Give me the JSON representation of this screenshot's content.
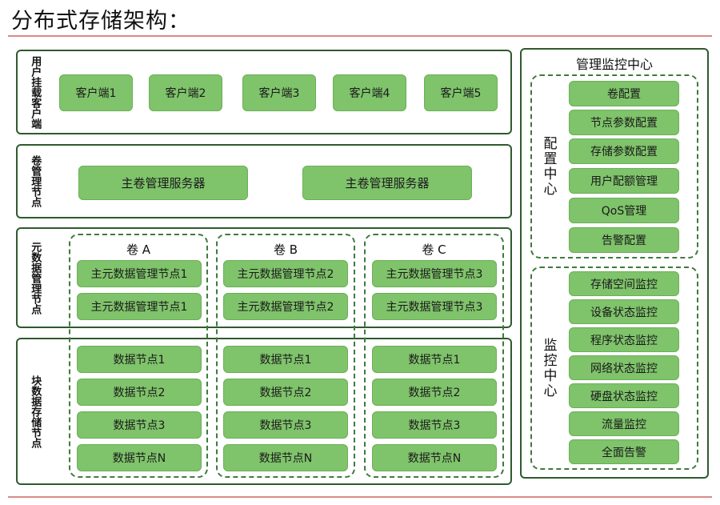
{
  "title": "分布式存储架构：",
  "client_layer": {
    "label": "用户挂载客户端",
    "items": [
      "客户端1",
      "客户端2",
      "客户端3",
      "客户端4",
      "客户端5"
    ]
  },
  "volume_mgmt": {
    "label": "卷管理节点",
    "items": [
      "主卷管理服务器",
      "主卷管理服务器"
    ]
  },
  "metadata_layer": {
    "label": "元数据管理节点"
  },
  "block_layer": {
    "label": "块数据存储节点"
  },
  "volumes": [
    {
      "name": "卷 A",
      "meta": [
        "主元数据管理节点1",
        "主元数据管理节点1"
      ],
      "data": [
        "数据节点1",
        "数据节点2",
        "数据节点3",
        "数据节点N"
      ]
    },
    {
      "name": "卷 B",
      "meta": [
        "主元数据管理节点2",
        "主元数据管理节点2"
      ],
      "data": [
        "数据节点1",
        "数据节点2",
        "数据节点3",
        "数据节点N"
      ]
    },
    {
      "name": "卷 C",
      "meta": [
        "主元数据管理节点3",
        "主元数据管理节点3"
      ],
      "data": [
        "数据节点1",
        "数据节点2",
        "数据节点3",
        "数据节点N"
      ]
    }
  ],
  "management": {
    "title": "管理监控中心",
    "config_center": {
      "label": "配置中心",
      "items": [
        "卷配置",
        "节点参数配置",
        "存储参数配置",
        "用户配额管理",
        "QoS管理",
        "告警配置"
      ]
    },
    "monitor_center": {
      "label": "监控中心",
      "items": [
        "存储空间监控",
        "设备状态监控",
        "程序状态监控",
        "网络状态监控",
        "硬盘状态监控",
        "流量监控",
        "全面告警"
      ]
    }
  },
  "colors": {
    "box_fill": "#7fc36b",
    "panel_border": "#2f5a2e",
    "dashed_border": "#3f7a3d",
    "rule": "#d98a8a"
  }
}
